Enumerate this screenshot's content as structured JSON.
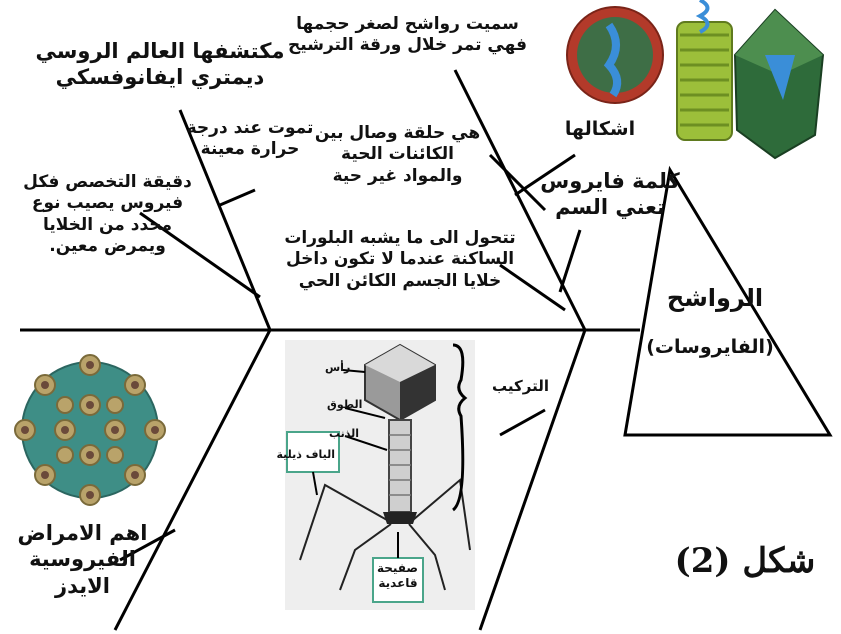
{
  "diagram": {
    "head_title": "الرواشح",
    "head_subtitle": "(الفايروسات)",
    "figure_label": "شكل (2)",
    "branches": {
      "discoverer": [
        "مكتشفها العالم الروسي",
        "ديمتري ايفانوفسكي"
      ],
      "naming_reason": [
        "سميت رواشح لصغر حجمها",
        "فهي تمر خلال ورقة الترشيح"
      ],
      "die_temperature": [
        "تموت عند درجة",
        "حرارة معينة"
      ],
      "link": [
        "هي حلقة وصال بين",
        "الكائنات الحية",
        "والمواد غير حية"
      ],
      "shapes": "اشكالها",
      "word_meaning": [
        "كلمة فايروس",
        "تعني السم"
      ],
      "specialization": [
        "دقيقة التخصص فكل",
        "فيروس يصيب نوع",
        "محدد من الخلايا",
        "ويمرض معين."
      ],
      "crystals": [
        "تتحول الى ما يشبه البلورات",
        "الساكنة عندما لا تكون داخل",
        "خلايا الجسم الكائن الحي"
      ],
      "structure": "التركيب",
      "diseases": [
        "اهم الامراض",
        "الفيروسية",
        "الايدز"
      ]
    },
    "phage_labels": {
      "head": "رأس",
      "collar": "الطوق",
      "tail": "الذنب",
      "tail_fibers": "الياف ذيلية",
      "base_plate": [
        "صفيحة",
        "قاعدية"
      ]
    }
  },
  "colors": {
    "line": "#000000",
    "label_box": "#4aa58a",
    "virus_red": "#c0392b",
    "virus_green": "#2e6b3a",
    "virus_blue": "#3a8ed8"
  }
}
